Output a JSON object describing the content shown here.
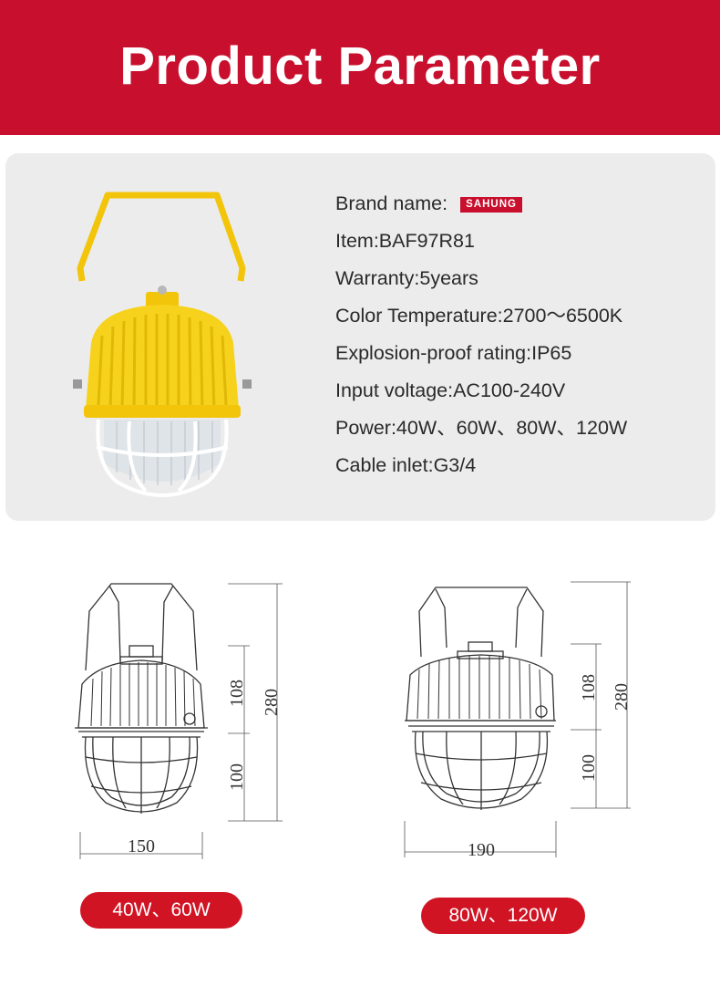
{
  "header": {
    "title": "Product Parameter"
  },
  "brand": {
    "label": "Brand name:",
    "logo_text": "SAHUNG"
  },
  "specs": [
    {
      "text": "Item:BAF97R81"
    },
    {
      "text": "Warranty:5years"
    },
    {
      "text": "Color Temperature:2700～6500K"
    },
    {
      "text": "Explosion-proof rating:IP65"
    },
    {
      "text": "Input voltage:AC100-240V"
    },
    {
      "text": "Power:40W、60W、80W、120W"
    },
    {
      "text": "Cable inlet:G3/4"
    }
  ],
  "drawings": [
    {
      "dims": {
        "upper": "108",
        "lower": "100",
        "total": "280",
        "width": "150"
      },
      "power_label": "40W、60W"
    },
    {
      "dims": {
        "upper": "108",
        "lower": "100",
        "total": "280",
        "width": "190"
      },
      "power_label": "80W、120W"
    }
  ],
  "colors": {
    "brand_red": "#c8102e",
    "lamp_yellow": "#f7d21c",
    "panel_gray": "#ececec"
  }
}
